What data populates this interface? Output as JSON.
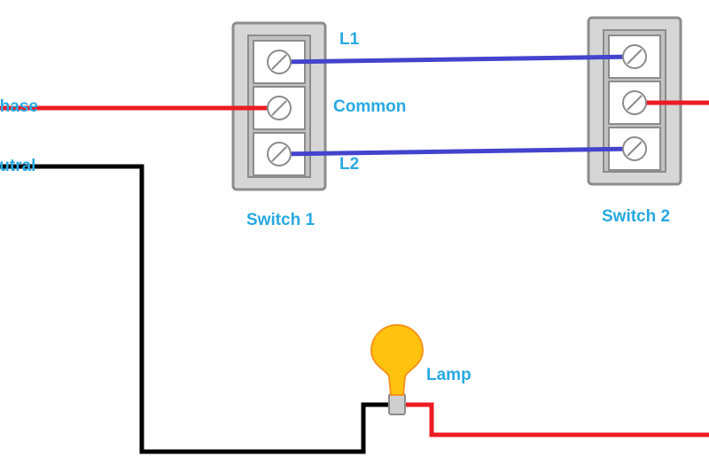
{
  "labels": {
    "phase": "Phase",
    "neutral": "Neutral",
    "l1": "L1",
    "common": "Common",
    "l2": "L2",
    "switch1": "Switch 1",
    "switch2": "Switch 2",
    "lamp": "Lamp"
  },
  "colors": {
    "label_text": "#29A9E1",
    "phase_wire_red": "#EC1C24",
    "neutral_wire_black": "#000000",
    "traveler_wire_blue": "#4343CE",
    "bulb_fill": "#FFC20E",
    "bulb_outline": "#F7941D",
    "switch_body": "#D6D6D6",
    "switch_inner": "#C2C2C2",
    "switch_border": "#8C8C8C",
    "terminal_fill": "#FFFFFF",
    "lamp_base": "#CFCFCF"
  }
}
